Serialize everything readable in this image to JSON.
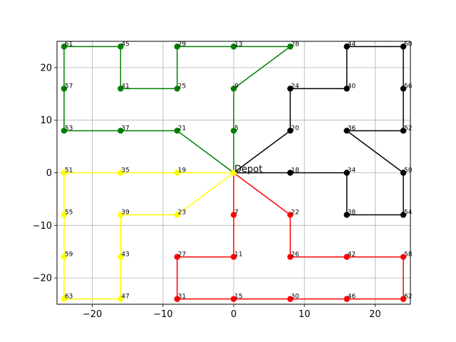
{
  "chart_data": {
    "type": "line",
    "xlim": [
      -25,
      25
    ],
    "ylim": [
      -25,
      25
    ],
    "xticks": [
      -20,
      -10,
      0,
      10,
      20
    ],
    "yticks": [
      -20,
      -10,
      0,
      10,
      20
    ],
    "xtick_labels": [
      "−20",
      "−10",
      "0",
      "10",
      "20"
    ],
    "ytick_labels": [
      "−20",
      "−10",
      "0",
      "10",
      "20"
    ],
    "grid": true,
    "depot": {
      "x": 0,
      "y": 0,
      "label": "Depot"
    },
    "node_labels": [
      {
        "text": "61",
        "x": -24,
        "y": 24
      },
      {
        "text": "45",
        "x": -16,
        "y": 24
      },
      {
        "text": "29",
        "x": -8,
        "y": 24
      },
      {
        "text": "13",
        "x": 0,
        "y": 24
      },
      {
        "text": "28",
        "x": 8,
        "y": 24
      },
      {
        "text": "44",
        "x": 16,
        "y": 24
      },
      {
        "text": "60",
        "x": 24,
        "y": 24
      },
      {
        "text": "57",
        "x": -24,
        "y": 16
      },
      {
        "text": "41",
        "x": -16,
        "y": 16
      },
      {
        "text": "25",
        "x": -8,
        "y": 16
      },
      {
        "text": "9",
        "x": 0,
        "y": 16
      },
      {
        "text": "24",
        "x": 8,
        "y": 16
      },
      {
        "text": "40",
        "x": 16,
        "y": 16
      },
      {
        "text": "56",
        "x": 24,
        "y": 16
      },
      {
        "text": "53",
        "x": -24,
        "y": 8
      },
      {
        "text": "37",
        "x": -16,
        "y": 8
      },
      {
        "text": "21",
        "x": -8,
        "y": 8
      },
      {
        "text": "5",
        "x": 0,
        "y": 8
      },
      {
        "text": "20",
        "x": 8,
        "y": 8
      },
      {
        "text": "36",
        "x": 16,
        "y": 8
      },
      {
        "text": "52",
        "x": 24,
        "y": 8
      },
      {
        "text": "51",
        "x": -24,
        "y": 0
      },
      {
        "text": "35",
        "x": -16,
        "y": 0
      },
      {
        "text": "19",
        "x": -8,
        "y": 0
      },
      {
        "text": "18",
        "x": 8,
        "y": 0
      },
      {
        "text": "34",
        "x": 16,
        "y": 0
      },
      {
        "text": "50",
        "x": 24,
        "y": 0
      },
      {
        "text": "55",
        "x": -24,
        "y": -8
      },
      {
        "text": "39",
        "x": -16,
        "y": -8
      },
      {
        "text": "23",
        "x": -8,
        "y": -8
      },
      {
        "text": "7",
        "x": 0,
        "y": -8
      },
      {
        "text": "22",
        "x": 8,
        "y": -8
      },
      {
        "text": "38",
        "x": 16,
        "y": -8
      },
      {
        "text": "54",
        "x": 24,
        "y": -8
      },
      {
        "text": "59",
        "x": -24,
        "y": -16
      },
      {
        "text": "43",
        "x": -16,
        "y": -16
      },
      {
        "text": "27",
        "x": -8,
        "y": -16
      },
      {
        "text": "11",
        "x": 0,
        "y": -16
      },
      {
        "text": "26",
        "x": 8,
        "y": -16
      },
      {
        "text": "42",
        "x": 16,
        "y": -16
      },
      {
        "text": "58",
        "x": 24,
        "y": -16
      },
      {
        "text": "63",
        "x": -24,
        "y": -24
      },
      {
        "text": "47",
        "x": -16,
        "y": -24
      },
      {
        "text": "31",
        "x": -8,
        "y": -24
      },
      {
        "text": "15",
        "x": 0,
        "y": -24
      },
      {
        "text": "30",
        "x": 8,
        "y": -24
      },
      {
        "text": "46",
        "x": 16,
        "y": -24
      },
      {
        "text": "62",
        "x": 24,
        "y": -24
      }
    ],
    "series": [
      {
        "color": "#008000",
        "points": [
          [
            0,
            0
          ],
          [
            0,
            8
          ],
          [
            0,
            16
          ],
          [
            8,
            24
          ],
          [
            0,
            24
          ],
          [
            -8,
            24
          ],
          [
            -8,
            16
          ],
          [
            -16,
            16
          ],
          [
            -16,
            24
          ],
          [
            -24,
            24
          ],
          [
            -24,
            16
          ],
          [
            -24,
            8
          ],
          [
            -16,
            8
          ],
          [
            -8,
            8
          ],
          [
            0,
            0
          ]
        ]
      },
      {
        "color": "#000000",
        "points": [
          [
            0,
            0
          ],
          [
            8,
            8
          ],
          [
            8,
            16
          ],
          [
            16,
            16
          ],
          [
            16,
            24
          ],
          [
            24,
            24
          ],
          [
            24,
            16
          ],
          [
            24,
            8
          ],
          [
            16,
            8
          ],
          [
            24,
            0
          ],
          [
            24,
            -8
          ],
          [
            16,
            -8
          ],
          [
            16,
            0
          ],
          [
            8,
            0
          ],
          [
            0,
            0
          ]
        ]
      },
      {
        "color": "#ff0000",
        "points": [
          [
            0,
            0
          ],
          [
            8,
            -8
          ],
          [
            8,
            -16
          ],
          [
            16,
            -16
          ],
          [
            24,
            -16
          ],
          [
            24,
            -24
          ],
          [
            16,
            -24
          ],
          [
            8,
            -24
          ],
          [
            0,
            -24
          ],
          [
            -8,
            -24
          ],
          [
            -8,
            -16
          ],
          [
            0,
            -16
          ],
          [
            0,
            -8
          ],
          [
            0,
            0
          ]
        ]
      },
      {
        "color": "#ffff00",
        "points": [
          [
            0,
            0
          ],
          [
            -8,
            -8
          ],
          [
            -16,
            -8
          ],
          [
            -16,
            -16
          ],
          [
            -16,
            -24
          ],
          [
            -24,
            -24
          ],
          [
            -24,
            -16
          ],
          [
            -24,
            -8
          ],
          [
            -24,
            0
          ],
          [
            -16,
            0
          ],
          [
            -8,
            0
          ],
          [
            0,
            0
          ]
        ]
      }
    ]
  }
}
